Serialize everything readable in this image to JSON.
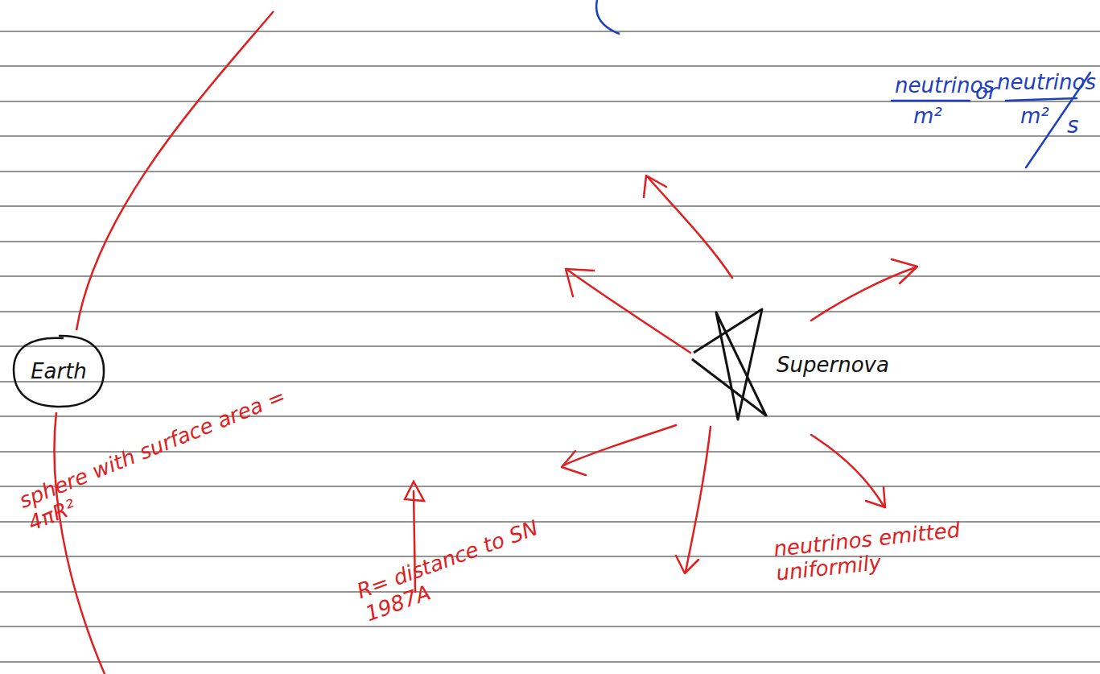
{
  "diagram": {
    "nodes": [
      {
        "text": [
          "Earth"
        ]
      },
      {
        "text": [
          "Supernova"
        ]
      }
    ],
    "labels": [
      "neutrinos",
      "m²",
      "or",
      "neutrinos",
      "m²",
      "s",
      "sphere with surface area = 4πR²",
      "R= distance to SN 1987A",
      "neutrinos emitted uniformily"
    ]
  }
}
